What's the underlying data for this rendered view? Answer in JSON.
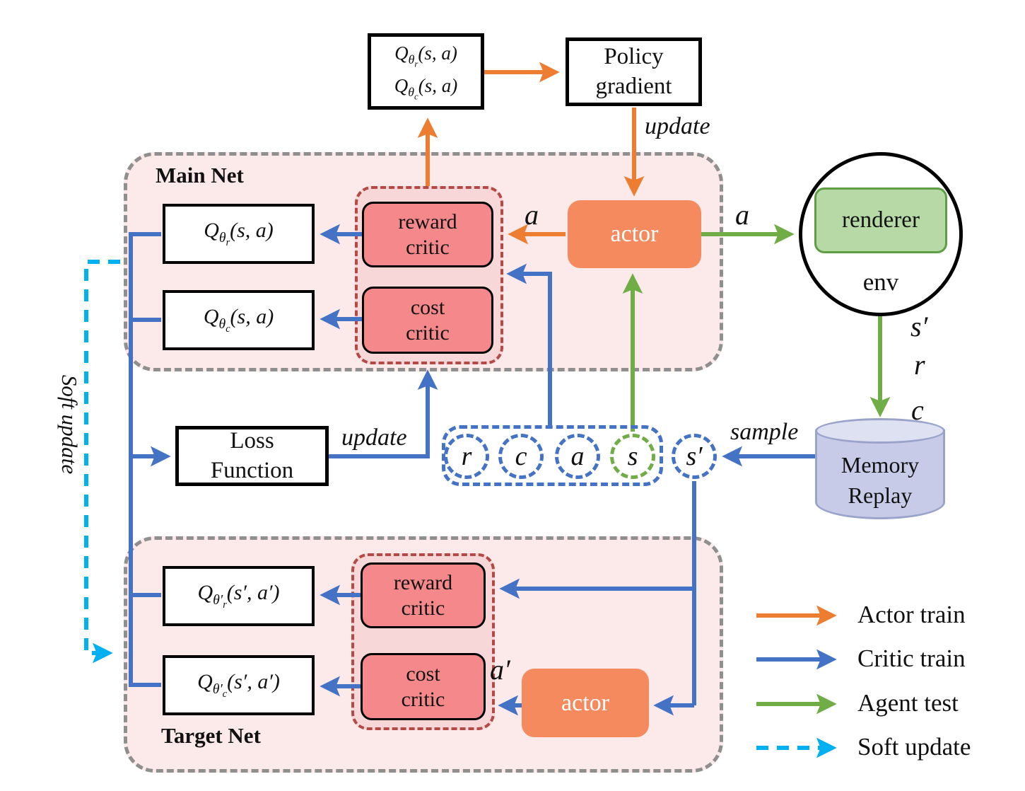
{
  "top_row": {
    "q_line1": {
      "q": "Q",
      "theta": "θ",
      "sub": "r",
      "args": "(s, a)"
    },
    "q_line2": {
      "q": "Q",
      "theta": "θ",
      "sub": "c",
      "args": "(s, a)"
    },
    "policy_gradient_label": "Policy\ngradient",
    "update_label": "update"
  },
  "main_net": {
    "title": "Main Net",
    "q_reward": {
      "q": "Q",
      "theta": "θ",
      "sub": "r",
      "args": "(s, a)"
    },
    "q_cost": {
      "q": "Q",
      "theta": "θ",
      "sub": "c",
      "args": "(s, a)"
    },
    "reward_critic_label": "reward\ncritic",
    "cost_critic_label": "cost\ncritic",
    "actor_label": "actor",
    "a_to_critic": "a",
    "a_to_env": "a"
  },
  "environment": {
    "renderer_label": "renderer",
    "env_label": "env",
    "out_s_prime": "s′",
    "out_r": "r",
    "out_c": "c"
  },
  "memory": {
    "label": "Memory\nReplay",
    "sample_label": "sample"
  },
  "transition_tuple": {
    "r": "r",
    "c": "c",
    "a": "a",
    "s": "s",
    "s_prime": "s′"
  },
  "loss": {
    "label": "Loss\nFunction",
    "update_label": "update"
  },
  "target_net": {
    "title": "Target Net",
    "q_reward": {
      "q": "Q",
      "theta": "θ′",
      "sub": "r",
      "args": "(s′, a′)"
    },
    "q_cost": {
      "q": "Q",
      "theta": "θ′",
      "sub": "c",
      "args": "(s′, a′)"
    },
    "reward_critic_label": "reward\ncritic",
    "cost_critic_label": "cost\ncritic",
    "actor_label": "actor",
    "a_prime": "a′"
  },
  "soft_update_side_label": "Soft update",
  "legend": {
    "items": [
      {
        "label": "Actor train",
        "color": "#ED7D31",
        "style": "solid"
      },
      {
        "label": "Critic train",
        "color": "#4472C4",
        "style": "solid"
      },
      {
        "label": "Agent test",
        "color": "#70AD47",
        "style": "solid"
      },
      {
        "label": "Soft update",
        "color": "#00B0F0",
        "style": "dashed"
      }
    ]
  },
  "colors": {
    "actor_train": "#ED7D31",
    "critic_train": "#4472C4",
    "agent_test": "#70AD47",
    "soft_update": "#00B0F0",
    "net_fill": "#FCE9E9",
    "critic_fill": "#F4888B",
    "actor_fill": "#F58A5E",
    "renderer_fill": "#B6D9A5",
    "memory_fill": "#C8CBE8"
  }
}
